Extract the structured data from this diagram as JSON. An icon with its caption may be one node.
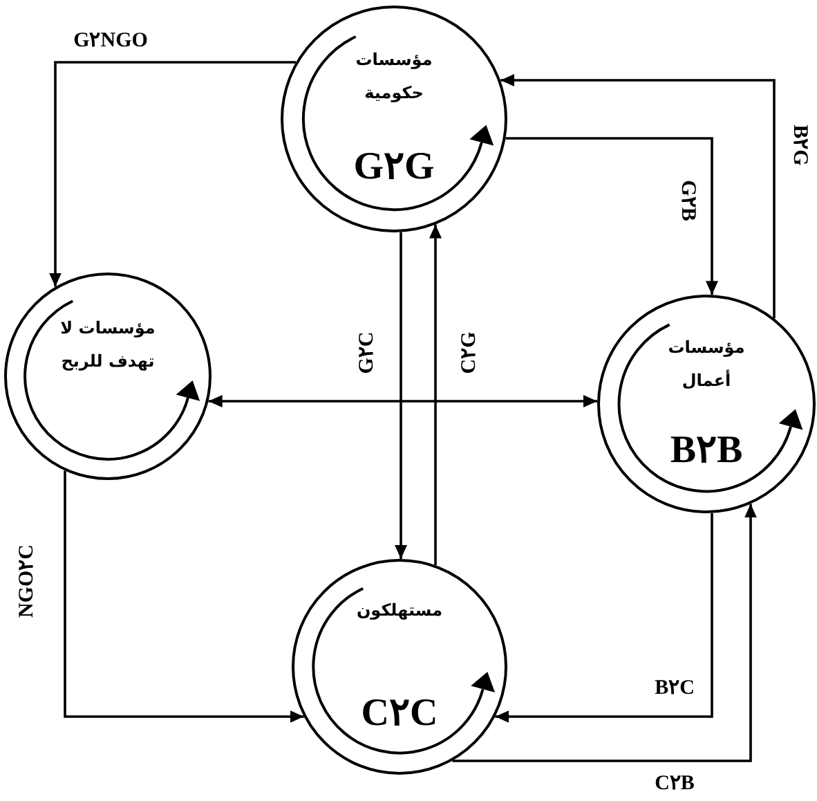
{
  "diagram": {
    "nodes": [
      {
        "text": [
          "مؤسسات حكومية",
          "G٢G"
        ]
      },
      {
        "text": [
          "مؤسسات لا تهدف للربح"
        ]
      },
      {
        "text": [
          "مؤسسات أعمال",
          "B٢B"
        ]
      },
      {
        "text": [
          "مستهلكون",
          "C٢C"
        ]
      }
    ],
    "edges": [
      {
        "from": 0,
        "to": 1,
        "arrow": "to",
        "label": "G٢NGO"
      },
      {
        "from": 2,
        "to": 0,
        "arrow": "to",
        "label": "B٢G"
      },
      {
        "from": 0,
        "to": 2,
        "arrow": "to",
        "label": "G٢B"
      },
      {
        "from": 1,
        "to": 2,
        "arrow": "both"
      },
      {
        "from": 0,
        "to": 3,
        "arrow": "to",
        "label": "G٢C"
      },
      {
        "from": 3,
        "to": 0,
        "arrow": "to",
        "label": "C٢G"
      },
      {
        "from": 1,
        "to": 3,
        "arrow": "to",
        "label": "NGO٢C"
      },
      {
        "from": 2,
        "to": 3,
        "arrow": "to",
        "label": "B٢C"
      },
      {
        "from": 3,
        "to": 2,
        "arrow": "to",
        "label": "C٢B"
      }
    ]
  }
}
